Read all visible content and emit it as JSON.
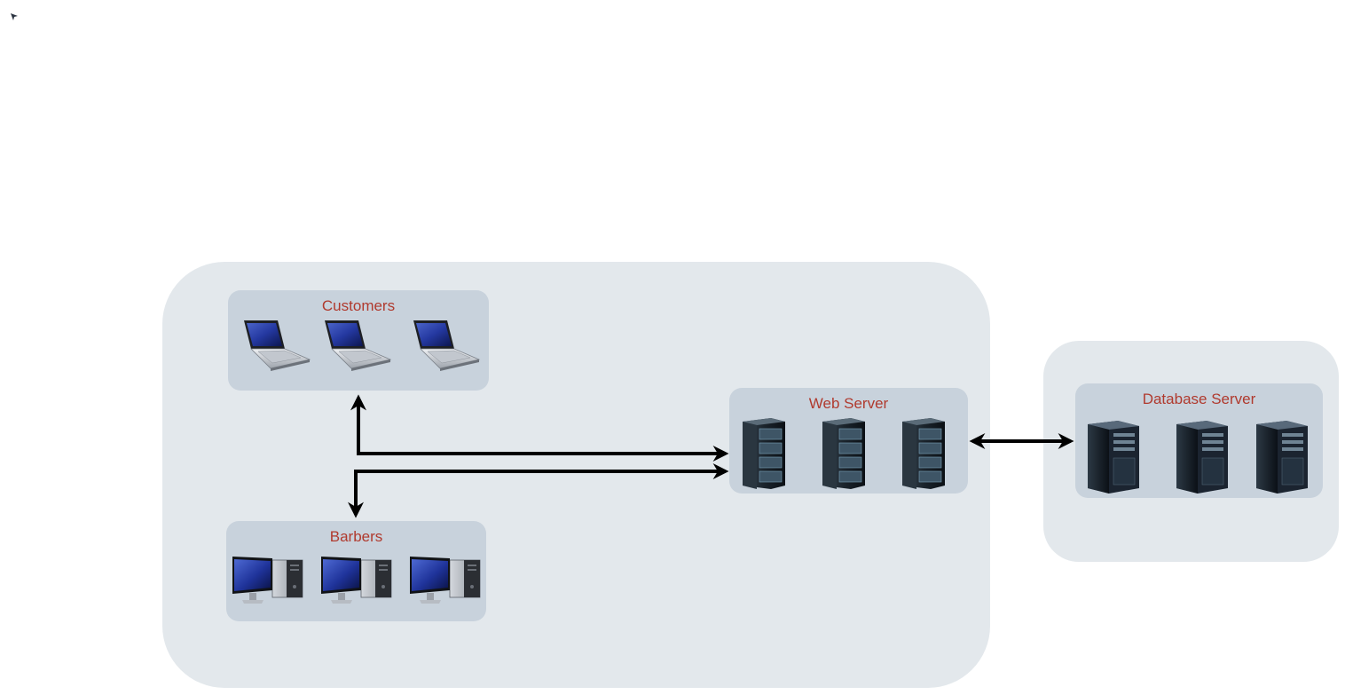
{
  "diagram": {
    "groups": {
      "customers": {
        "title": "Customers",
        "device_icon": "laptop-icon",
        "device_count": 3
      },
      "barbers": {
        "title": "Barbers",
        "device_icon": "desktop-computer-icon",
        "device_count": 3
      },
      "web_server": {
        "title": "Web Server",
        "device_icon": "rack-server-icon",
        "device_count": 3
      },
      "database_server": {
        "title": "Database Server",
        "device_icon": "tower-server-icon",
        "device_count": 3
      }
    },
    "connections": [
      {
        "from": "customers",
        "to": "web_server",
        "direction": "bidirectional"
      },
      {
        "from": "barbers",
        "to": "web_server",
        "direction": "bidirectional"
      },
      {
        "from": "web_server",
        "to": "database_server",
        "direction": "bidirectional"
      }
    ],
    "colors": {
      "outer_region": "#e3e8ec",
      "group_box": "#c8d2dc",
      "title_text": "#b03a2e",
      "arrow": "#000000"
    }
  }
}
